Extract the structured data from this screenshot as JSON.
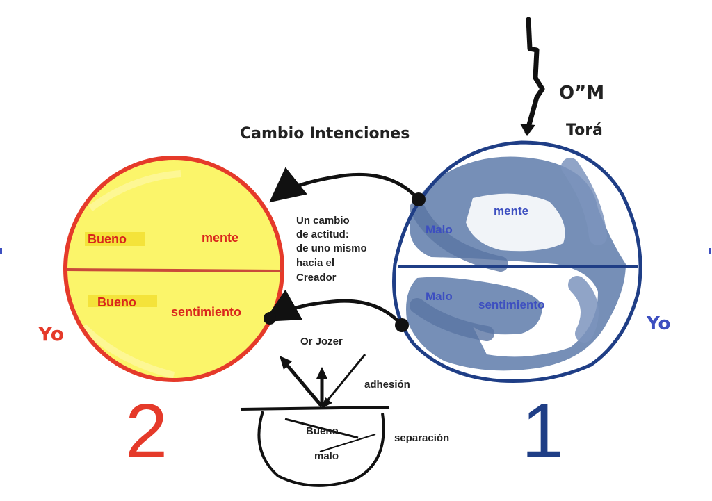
{
  "top": {
    "om": "O”M",
    "tora": "Torá",
    "cambio": "Cambio Intenciones"
  },
  "center": {
    "line1": "Un cambio",
    "line2": "de actitud:",
    "line3": "de uno mismo",
    "line4": "hacia el",
    "line5": "Creador"
  },
  "left_circle": {
    "mente": "mente",
    "bueno_top": "Bueno",
    "bueno_bottom": "Bueno",
    "sentimiento": "sentimiento",
    "yo": "Yo",
    "number": "2"
  },
  "right_circle": {
    "mente": "mente",
    "malo_top": "Malo",
    "malo_bottom": "Malo",
    "sentimiento": "sentimiento",
    "yo": "Yo",
    "number": "1"
  },
  "bottom": {
    "or_jozer": "Or Jozer",
    "adhesion": "adhesión",
    "separacion": "separación",
    "bueno": "Bueno",
    "malo": "malo"
  },
  "colors": {
    "red": "#e53a2a",
    "yellow": "#fbf56a",
    "blue": "#1f3e86",
    "blue_fill": "#6f89b3",
    "label_red": "#d9261c",
    "label_blue": "#3d4fc0"
  }
}
